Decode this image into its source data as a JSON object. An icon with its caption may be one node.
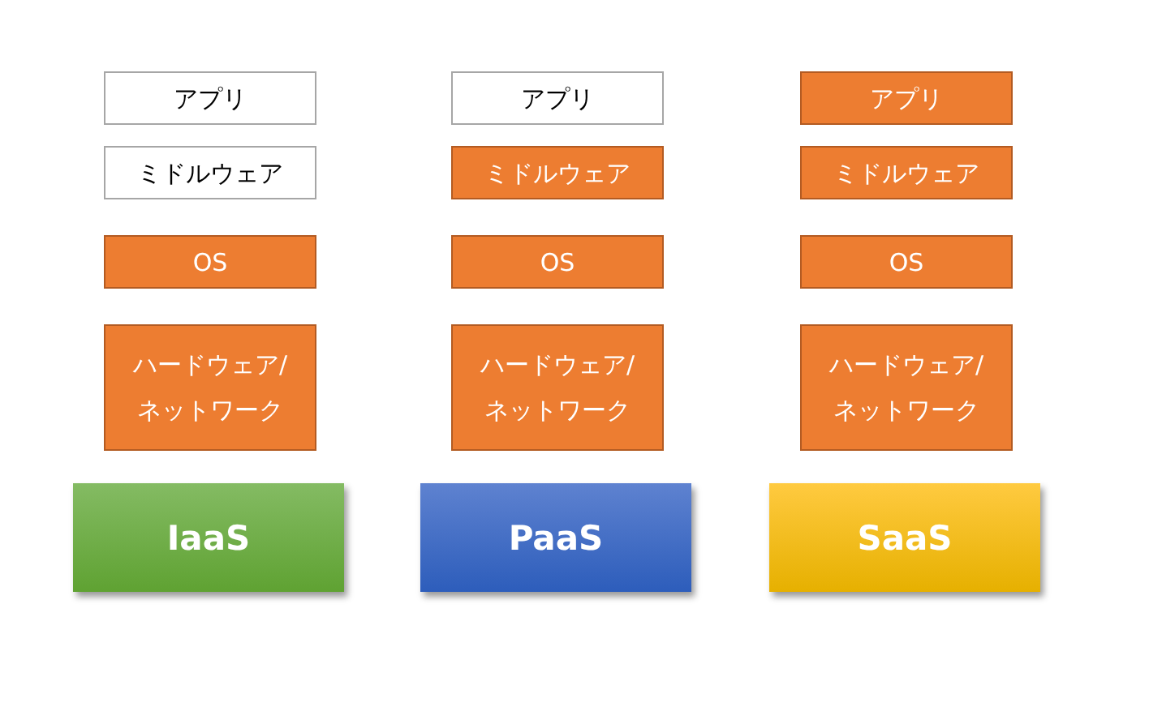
{
  "diagram": {
    "nodes": [
      {
        "text": [
          "アプリ"
        ]
      },
      {
        "text": [
          "ミドルウェア"
        ]
      },
      {
        "text": [
          "OS"
        ]
      },
      {
        "text": [
          "ハードウェア/ネットワーク"
        ]
      },
      {
        "text": [
          "IaaS"
        ]
      },
      {
        "text": [
          "アプリ"
        ]
      },
      {
        "text": [
          "ミドルウェア"
        ]
      },
      {
        "text": [
          "OS"
        ]
      },
      {
        "text": [
          "ハードウェア/ネットワーク"
        ]
      },
      {
        "text": [
          "PaaS"
        ]
      },
      {
        "text": [
          "アプリ"
        ]
      },
      {
        "text": [
          "ミドルウェア"
        ]
      },
      {
        "text": [
          "OS"
        ]
      },
      {
        "text": [
          "ハードウェア/ネットワーク"
        ]
      },
      {
        "text": [
          "SaaS"
        ]
      }
    ]
  }
}
